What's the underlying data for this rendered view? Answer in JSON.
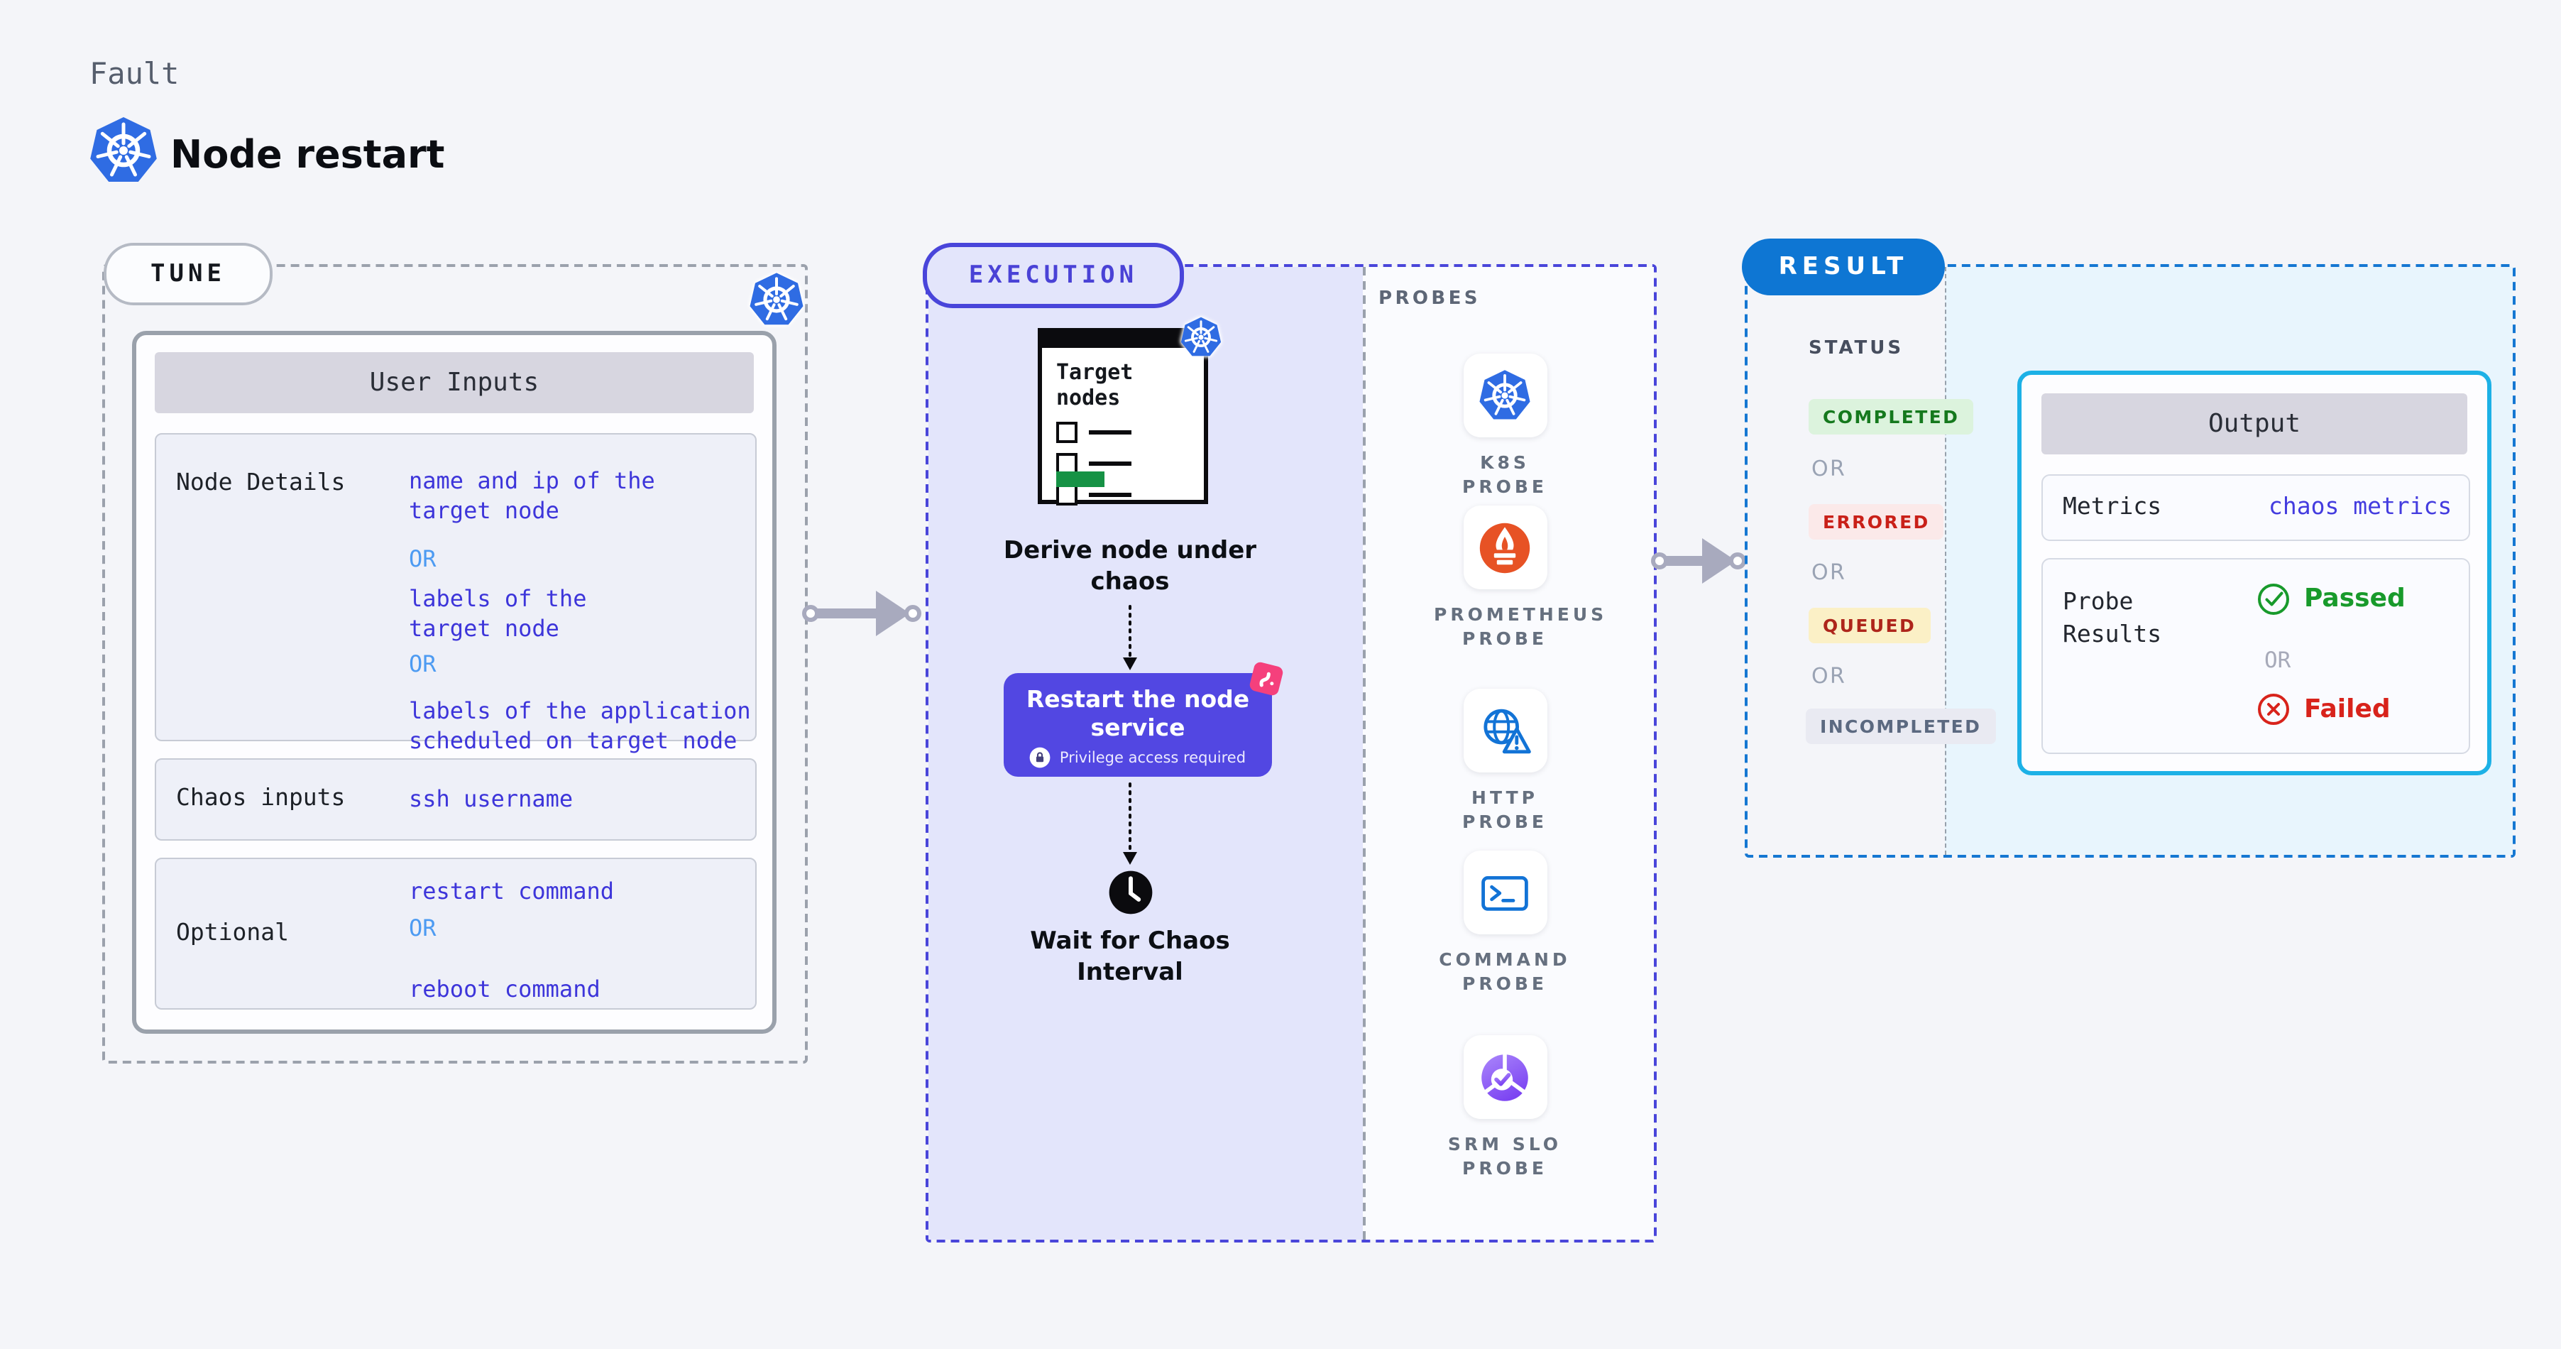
{
  "page": {
    "kicker": "Fault",
    "title": "Node restart"
  },
  "tune": {
    "pill": "TUNE",
    "table": {
      "header": "User Inputs",
      "rows": [
        {
          "label": "Node Details",
          "lines": [
            {
              "text": "name and ip of the\ntarget node",
              "kind": "value"
            },
            {
              "text": "OR",
              "kind": "or"
            },
            {
              "text": "labels of the\ntarget node",
              "kind": "value"
            },
            {
              "text": "OR",
              "kind": "or"
            },
            {
              "text": "labels of the application\nscheduled on target node",
              "kind": "value"
            }
          ]
        },
        {
          "label": "Chaos inputs",
          "lines": [
            {
              "text": "ssh username",
              "kind": "value"
            }
          ]
        },
        {
          "label": "Optional",
          "lines": [
            {
              "text": "restart command",
              "kind": "value"
            },
            {
              "text": "OR",
              "kind": "or"
            },
            {
              "text": "reboot command",
              "kind": "value"
            }
          ]
        }
      ]
    }
  },
  "execution": {
    "pill": "EXECUTION",
    "target_card_title": "Target\nnodes",
    "derive_label": "Derive node under\nchaos",
    "restart_title": "Restart the node\nservice",
    "restart_subtitle": "Privilege access required",
    "wait_label": "Wait for Chaos\nInterval"
  },
  "probes": {
    "label": "PROBES",
    "items": [
      {
        "name": "K8S PROBE",
        "icon": "kubernetes-icon"
      },
      {
        "name": "PROMETHEUS\nPROBE",
        "icon": "prometheus-icon"
      },
      {
        "name": "HTTP PROBE",
        "icon": "http-globe-alert-icon"
      },
      {
        "name": "COMMAND\nPROBE",
        "icon": "terminal-icon"
      },
      {
        "name": "SRM SLO\nPROBE",
        "icon": "srm-slo-icon"
      }
    ]
  },
  "result": {
    "pill": "RESULT",
    "status": {
      "heading": "STATUS",
      "items": [
        {
          "text": "COMPLETED",
          "kind": "completed"
        },
        {
          "text": "OR",
          "kind": "or"
        },
        {
          "text": "ERRORED",
          "kind": "errored"
        },
        {
          "text": "OR",
          "kind": "or"
        },
        {
          "text": "QUEUED",
          "kind": "queued"
        },
        {
          "text": "OR",
          "kind": "or"
        },
        {
          "text": "INCOMPLETED",
          "kind": "incompleted"
        }
      ]
    },
    "output": {
      "header": "Output",
      "metrics_label": "Metrics",
      "metrics_value": "chaos metrics",
      "probe_results_label": "Probe\nResults",
      "passed_label": "Passed",
      "or_label": "OR",
      "failed_label": "Failed"
    }
  },
  "colors": {
    "accent_indigo": "#4945da",
    "accent_blue": "#0e76d3",
    "lavender_bg": "#e3e5fb",
    "light_blue_bg": "#e8f5fd",
    "value_text": "#3d35da",
    "or_text": "#4d9bf2",
    "passed_green": "#189a2b",
    "failed_red": "#d8231b",
    "chaos_pink": "#f5407c",
    "output_border_cyan": "#1db1e6",
    "prometheus_orange": "#e75225",
    "kubernetes_blue": "#2f6ce3",
    "srm_purple": "#8b5cf6",
    "green_button": "#169245"
  }
}
